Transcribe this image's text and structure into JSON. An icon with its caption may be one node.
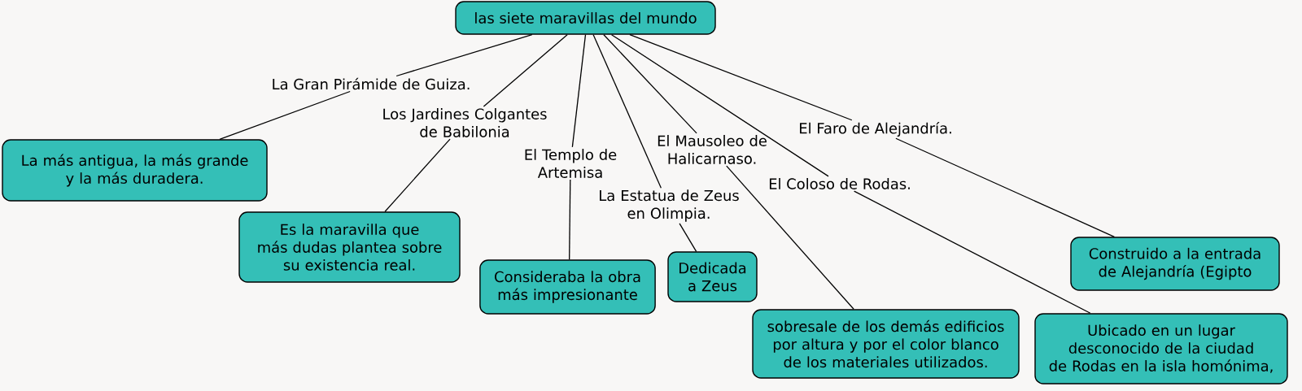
{
  "diagram": {
    "nodes": [
      {
        "text": [
          "las siete maravillas del mundo"
        ]
      },
      {
        "text": [
          "La Gran Pirámide de Guiza."
        ]
      },
      {
        "text": [
          "La más antigua, la más grande y la más duradera."
        ]
      },
      {
        "text": [
          "Los Jardines Colgantes de Babilonia"
        ]
      },
      {
        "text": [
          "Es la maravilla que más dudas plantea sobre su existencia real."
        ]
      },
      {
        "text": [
          "El Templo de Artemisa"
        ]
      },
      {
        "text": [
          "Consideraba la obra más impresionante"
        ]
      },
      {
        "text": [
          "La Estatua de Zeus en Olimpia."
        ]
      },
      {
        "text": [
          "Dedicada a Zeus"
        ]
      },
      {
        "text": [
          "El Mausoleo de Halicarnaso."
        ]
      },
      {
        "text": [
          "sobresale de los demás edificios por altura y por el color blanco de los materiales utilizados."
        ]
      },
      {
        "text": [
          "El Faro de Alejandría."
        ]
      },
      {
        "text": [
          "Construido a la entrada de Alejandría (Egipto"
        ]
      },
      {
        "text": [
          "El Coloso de Rodas."
        ]
      },
      {
        "text": [
          "Ubicado en un lugar desconocido de la ciudad de Rodas en la isla homónima,"
        ]
      }
    ],
    "edges": [
      {
        "from": 0,
        "to": 1,
        "arrow": "none"
      },
      {
        "from": 1,
        "to": 2,
        "arrow": "none"
      },
      {
        "from": 0,
        "to": 3,
        "arrow": "none"
      },
      {
        "from": 3,
        "to": 4,
        "arrow": "none"
      },
      {
        "from": 0,
        "to": 5,
        "arrow": "none"
      },
      {
        "from": 5,
        "to": 6,
        "arrow": "none"
      },
      {
        "from": 0,
        "to": 7,
        "arrow": "none"
      },
      {
        "from": 7,
        "to": 8,
        "arrow": "none"
      },
      {
        "from": 0,
        "to": 9,
        "arrow": "none"
      },
      {
        "from": 9,
        "to": 10,
        "arrow": "none"
      },
      {
        "from": 0,
        "to": 11,
        "arrow": "none"
      },
      {
        "from": 11,
        "to": 12,
        "arrow": "none"
      },
      {
        "from": 0,
        "to": 13,
        "arrow": "none"
      },
      {
        "from": 13,
        "to": 14,
        "arrow": "none"
      }
    ]
  }
}
